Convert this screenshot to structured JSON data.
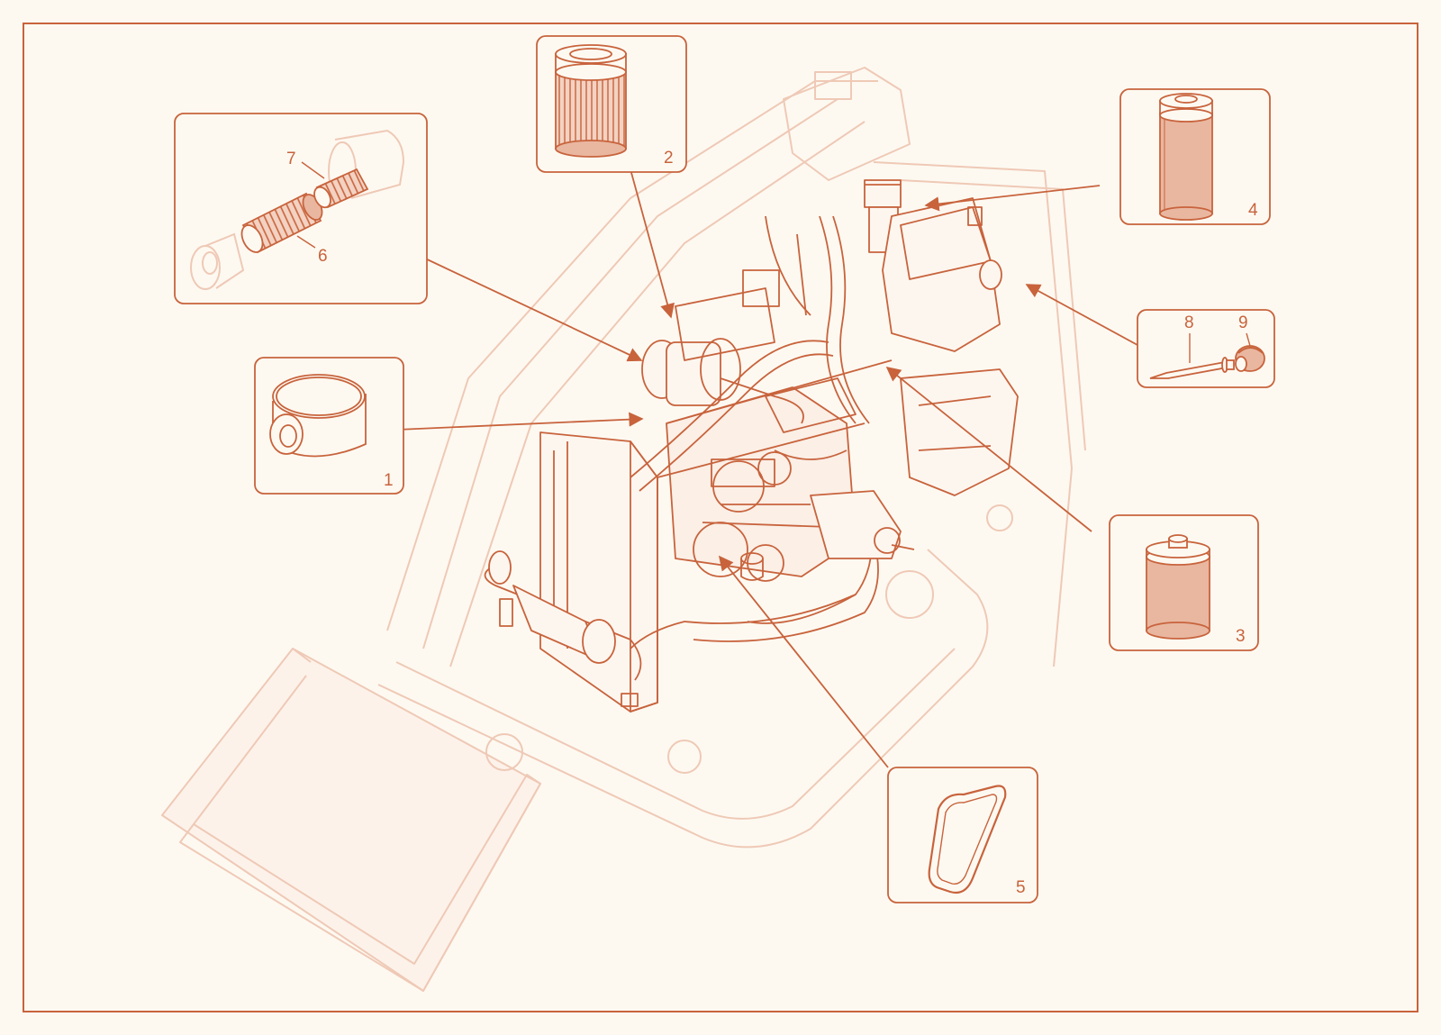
{
  "diagram": {
    "colors": {
      "background": "#fdf9f1",
      "line": "#c8633c",
      "faint": "#efc9b6",
      "fill": "#e9b7a0"
    },
    "callouts": [
      {
        "id": "1",
        "label": "1",
        "part": "filter-cartridge"
      },
      {
        "id": "2",
        "label": "2",
        "part": "pleated-filter"
      },
      {
        "id": "3",
        "label": "3",
        "part": "fuel-filter"
      },
      {
        "id": "4",
        "label": "4",
        "part": "filter-element"
      },
      {
        "id": "5",
        "label": "5",
        "part": "drive-belt"
      },
      {
        "id": "6",
        "label": "6",
        "part": "air-filter-element-outer"
      },
      {
        "id": "7",
        "label": "7",
        "part": "air-filter-element-inner"
      },
      {
        "id": "8",
        "label": "8",
        "part": "dipstick"
      },
      {
        "id": "9",
        "label": "9",
        "part": "filler-cap"
      }
    ]
  }
}
